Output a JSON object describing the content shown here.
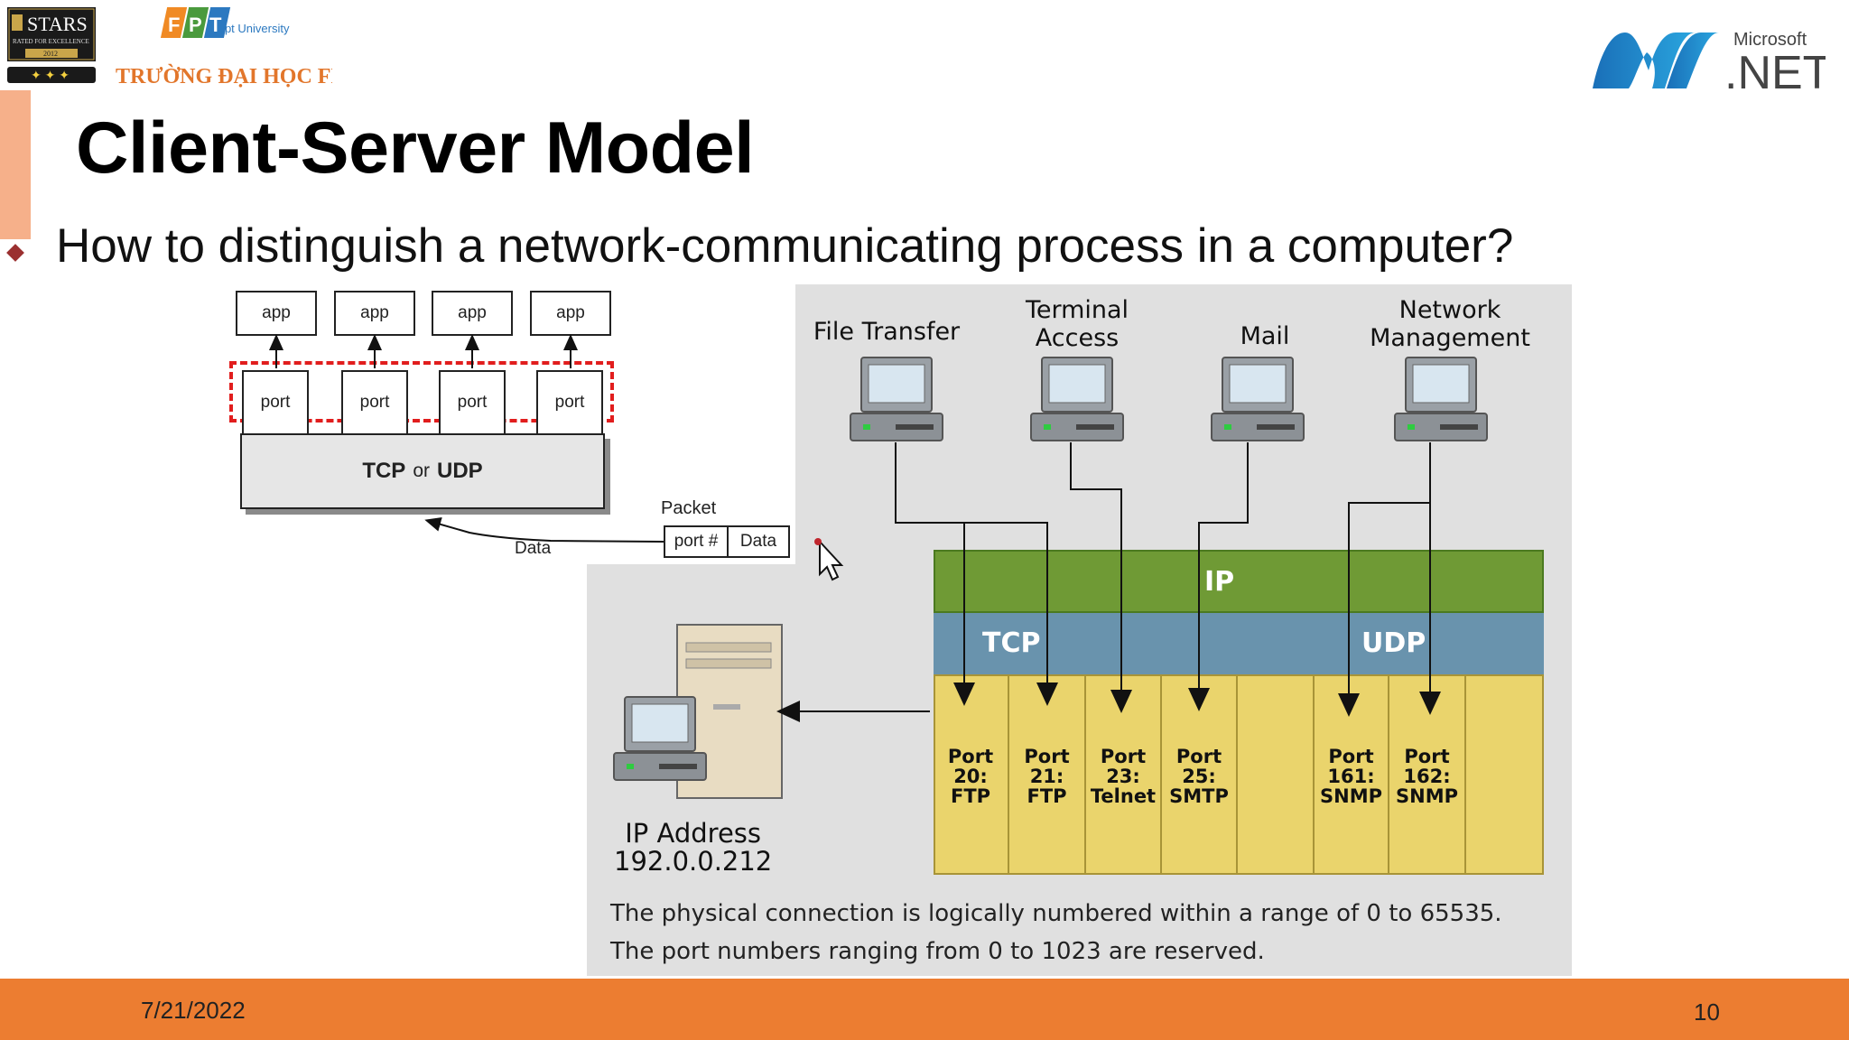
{
  "header": {
    "stars_logo": {
      "name": "STARS",
      "tagline": "RATED FOR EXCELLENCE",
      "year": "2012",
      "icon": "stars-rating-badge"
    },
    "fpt_logo": {
      "brand": "Fpt University",
      "name": "TRƯỜNG ĐẠI HỌC FPT",
      "icon": "fpt-logo"
    },
    "net_logo": {
      "brand": "Microsoft",
      "name": ".NET",
      "icon": "dotnet-logo"
    }
  },
  "slide": {
    "title": "Client-Server Model",
    "bullet": "How to distinguish a network-communicating process in a computer?"
  },
  "left_diagram": {
    "apps": [
      "app",
      "app",
      "app",
      "app"
    ],
    "ports": [
      "port",
      "port",
      "port",
      "port"
    ],
    "transport": {
      "tcp": "TCP",
      "or": "or",
      "udp": "UDP"
    },
    "packet_label": "Packet",
    "packet_fields": [
      "port #",
      "Data"
    ],
    "data_label": "Data"
  },
  "right_diagram": {
    "services": [
      {
        "label_lines": [
          "File Transfer"
        ]
      },
      {
        "label_lines": [
          "Terminal",
          "Access"
        ]
      },
      {
        "label_lines": [
          "Mail"
        ]
      },
      {
        "label_lines": [
          "Network",
          "Management"
        ]
      }
    ],
    "layers": {
      "ip": "IP",
      "tcp": "TCP",
      "udp": "UDP"
    },
    "ports": [
      {
        "lines": [
          "Port",
          "20:",
          "FTP"
        ]
      },
      {
        "lines": [
          "Port",
          "21:",
          "FTP"
        ]
      },
      {
        "lines": [
          "Port",
          "23:",
          "Telnet"
        ]
      },
      {
        "lines": [
          "Port",
          "25:",
          "SMTP"
        ]
      },
      {
        "lines": []
      },
      {
        "lines": [
          "Port",
          "161:",
          "SNMP"
        ]
      },
      {
        "lines": [
          "Port",
          "162:",
          "SNMP"
        ]
      },
      {
        "lines": []
      }
    ],
    "ip_address_label": "IP Address",
    "ip_address": "192.0.0.212",
    "caption_line1": "The physical connection is logically numbered within a range of 0 to 65535.",
    "caption_line2": "The port numbers ranging from 0 to 1023 are reserved."
  },
  "footer": {
    "date": "7/21/2022",
    "page": "10"
  },
  "colors": {
    "footer": "#ec7d31",
    "ip_layer": "#6f9a35",
    "transport_layer": "#6993ad",
    "ports": "#ead46c",
    "highlight_dash": "#e11d1d"
  }
}
